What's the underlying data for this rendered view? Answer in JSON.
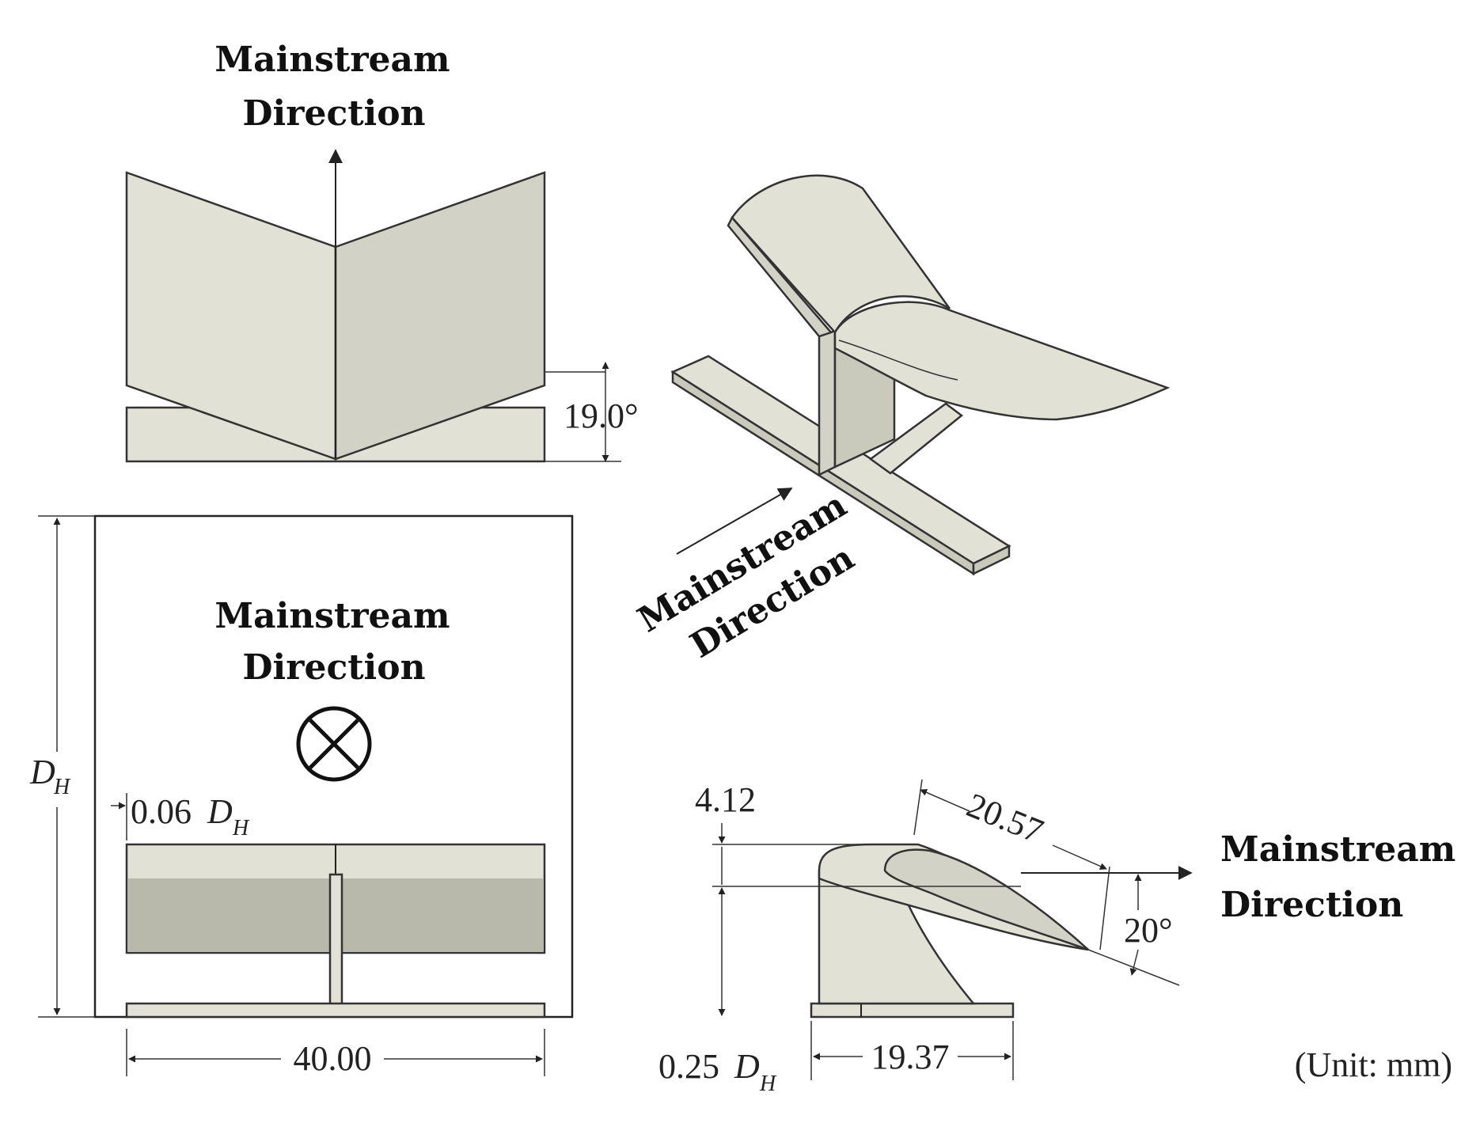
{
  "labels": {
    "mainstream_line1": "Mainstream",
    "mainstream_line2": "Direction",
    "angle_front": "19.0°",
    "dh_symbol": "D",
    "dh_sub": "H",
    "gap_coef": "0.06",
    "width": "40.00",
    "height_412": "4.12",
    "chord": "20.57",
    "angle_side": "20°",
    "base_coef": "0.25",
    "base_len": "19.37",
    "unit": "(Unit: mm)"
  },
  "colors": {
    "surface_light": "#e1e1d6",
    "surface_mid": "#d2d2c6",
    "surface_dark": "#c9c9bc",
    "outline": "#333333"
  }
}
